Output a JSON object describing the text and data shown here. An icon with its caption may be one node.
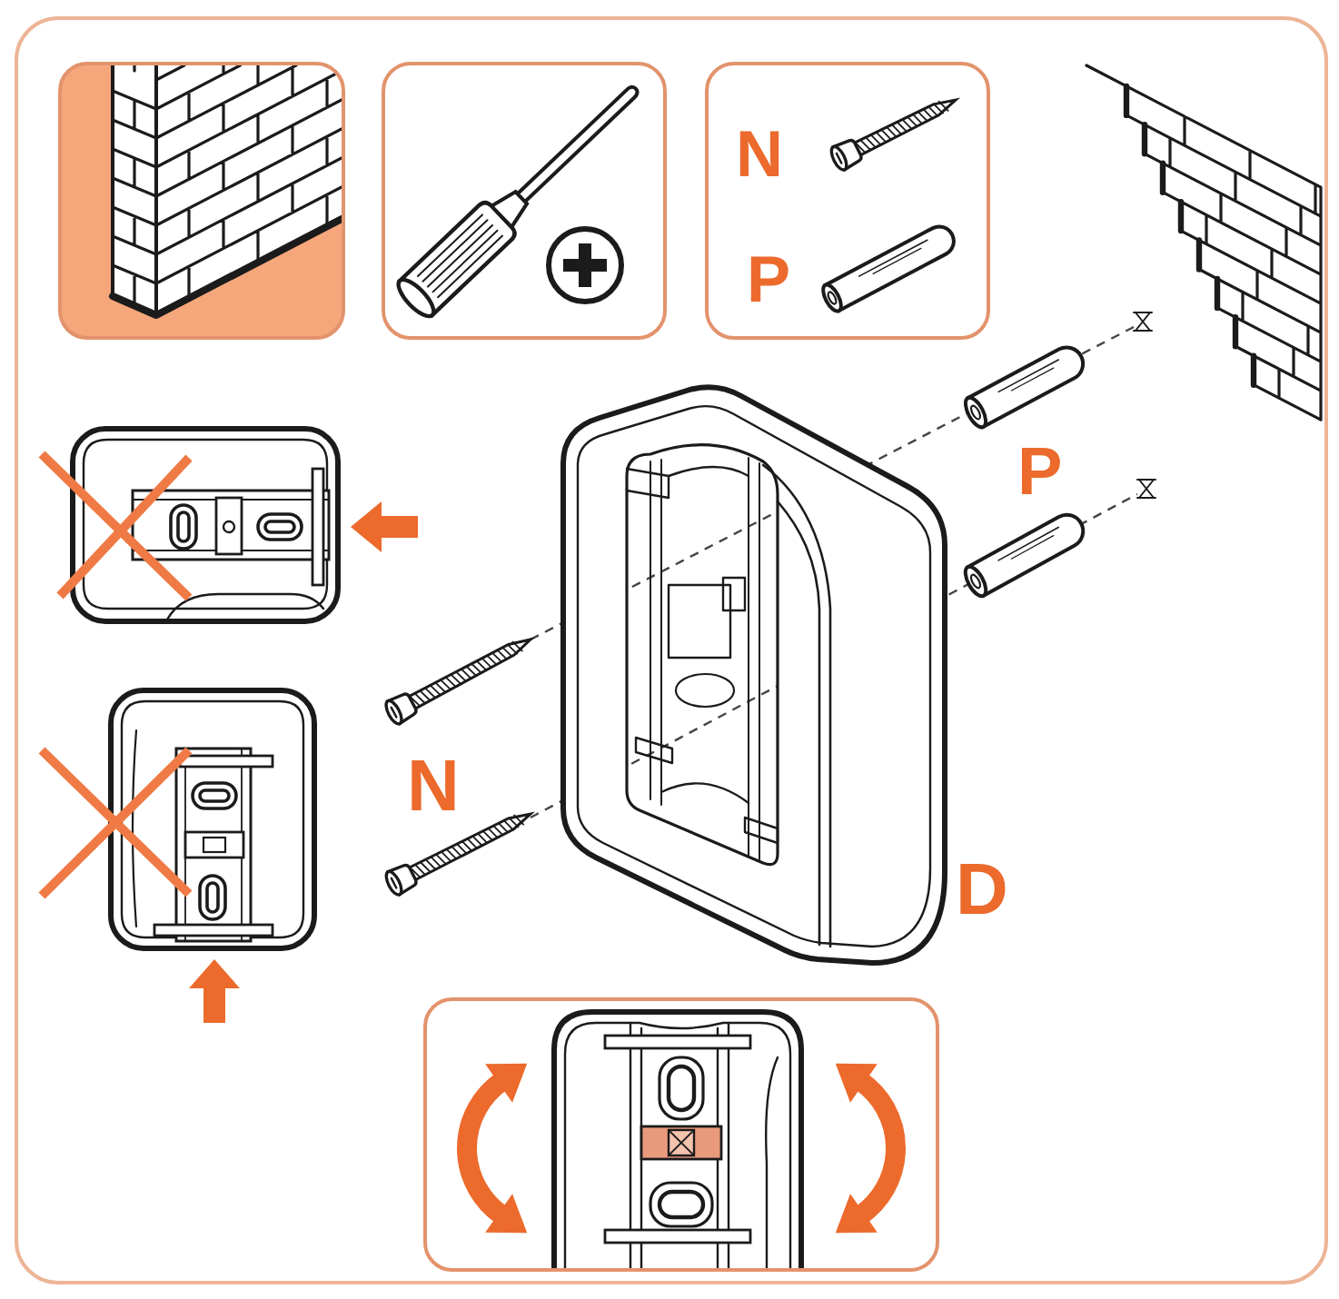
{
  "diagram": {
    "nodes": [
      {
        "text": [],
        "shape": "box"
      },
      {
        "text": [],
        "shape": "picture",
        "in": 0
      },
      {
        "text": [],
        "shape": "picture",
        "in": 0
      },
      {
        "text": [
          "N",
          "P"
        ],
        "in": 0
      },
      {
        "text": [],
        "shape": "picture",
        "in": 0
      }
    ],
    "labels": [
      "P",
      "N",
      "D"
    ]
  }
}
